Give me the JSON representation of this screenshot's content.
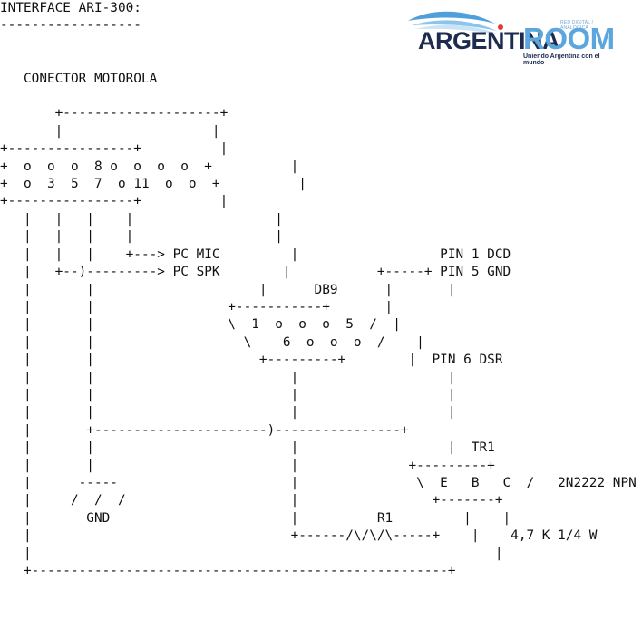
{
  "diagram": {
    "lines": [
      "INTERFACE ARI-300:",
      "------------------",
      "",
      "",
      "   CONECTOR MOTOROLA",
      "",
      "       +--------------------+",
      "       |                   |",
      "+----------------+          |",
      "+  o  o  o  8 o  o  o  o  +          |",
      "+  o  3  5  7  o 11  o  o  +          |",
      "+----------------+          |",
      "   |   |   |    |                  |",
      "   |   |   |    |                  |",
      "   |   |   |    +---> PC MIC         |                  PIN 1 DCD",
      "   |   +--)---------> PC SPK        |           +-----+ PIN 5 GND",
      "   |       |                     |      DB9      |       |",
      "   |       |                 +-----------+       |",
      "   |       |                 \\  1  o  o  o  5  /  |",
      "   |       |                   \\    6  o  o  o  /    |",
      "   |       |                     +---------+        |  PIN 6 DSR",
      "   |       |                         |                   |",
      "   |       |                         |                   |",
      "   |       |                         |                   |",
      "   |       +----------------------)----------------+",
      "   |       |                         |                   |  TR1",
      "   |       |                         |              +---------+",
      "   |      -----                      |               \\  E   B   C  /   2N2222 NPN",
      "   |     /  /  /                     |                 +-------+",
      "   |       GND                       |          R1         |    |",
      "   |                                 +------/\\/\\/\\-----+    |    4,7 K 1/4 W",
      "   |                                                           |",
      "   +-----------------------------------------------------+"
    ]
  },
  "logo": {
    "small_tag": "RED DIGITAL / ANALOGICA",
    "word_a": "ARGENTINA",
    "word_b": "ROOM",
    "slogan": "Uniendo Argentina con el mundo"
  }
}
